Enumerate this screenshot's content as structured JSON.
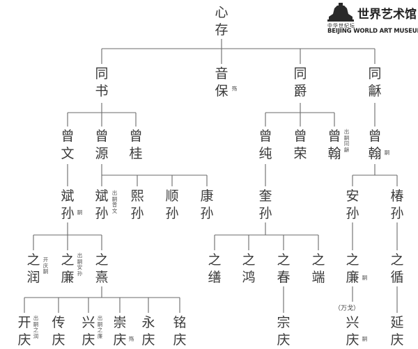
{
  "watermark": {
    "cn_small": "中华世纪坛",
    "cn_big": "世界艺术馆",
    "en": "BEIJING WORLD ART MUSEUM"
  },
  "root": {
    "name": "心存"
  },
  "gen2": [
    {
      "name": "同书"
    },
    {
      "name": "音保",
      "note": "殇"
    },
    {
      "name": "同爵"
    },
    {
      "name": "同龢"
    }
  ],
  "gen3": [
    {
      "name": "曾文"
    },
    {
      "name": "曾源"
    },
    {
      "name": "曾桂"
    },
    {
      "name": "曾纯"
    },
    {
      "name": "曾荣"
    },
    {
      "name": "曾翰",
      "note": "出嗣同龢"
    },
    {
      "name": "曾翰",
      "note": "嗣"
    }
  ],
  "gen4": [
    {
      "name": "斌孙",
      "note": "嗣"
    },
    {
      "name": "斌孙",
      "note": "出嗣曾文"
    },
    {
      "name": "熙孙"
    },
    {
      "name": "顺孙"
    },
    {
      "name": "康孙"
    },
    {
      "name": "奎孙"
    },
    {
      "name": "安孙"
    },
    {
      "name": "椿孙"
    }
  ],
  "gen5": [
    {
      "name": "之润",
      "note": "开庆嗣"
    },
    {
      "name": "之廉",
      "note": "出嗣安孙"
    },
    {
      "name": "之熹"
    },
    {
      "name": "之缮"
    },
    {
      "name": "之鸿"
    },
    {
      "name": "之春"
    },
    {
      "name": "之端"
    },
    {
      "name": "之廉",
      "note": "嗣"
    },
    {
      "name": "之循"
    }
  ],
  "gen6": [
    {
      "name": "开庆",
      "note": "出嗣之润"
    },
    {
      "name": "传庆"
    },
    {
      "name": "兴庆",
      "note": "出嗣之廉"
    },
    {
      "name": "崇庆",
      "note": "殇"
    },
    {
      "name": "永庆"
    },
    {
      "name": "铭庆"
    },
    {
      "name": "宗庆"
    },
    {
      "name": "兴庆",
      "note": "嗣",
      "extra": "（万戈）"
    },
    {
      "name": "延庆"
    }
  ]
}
